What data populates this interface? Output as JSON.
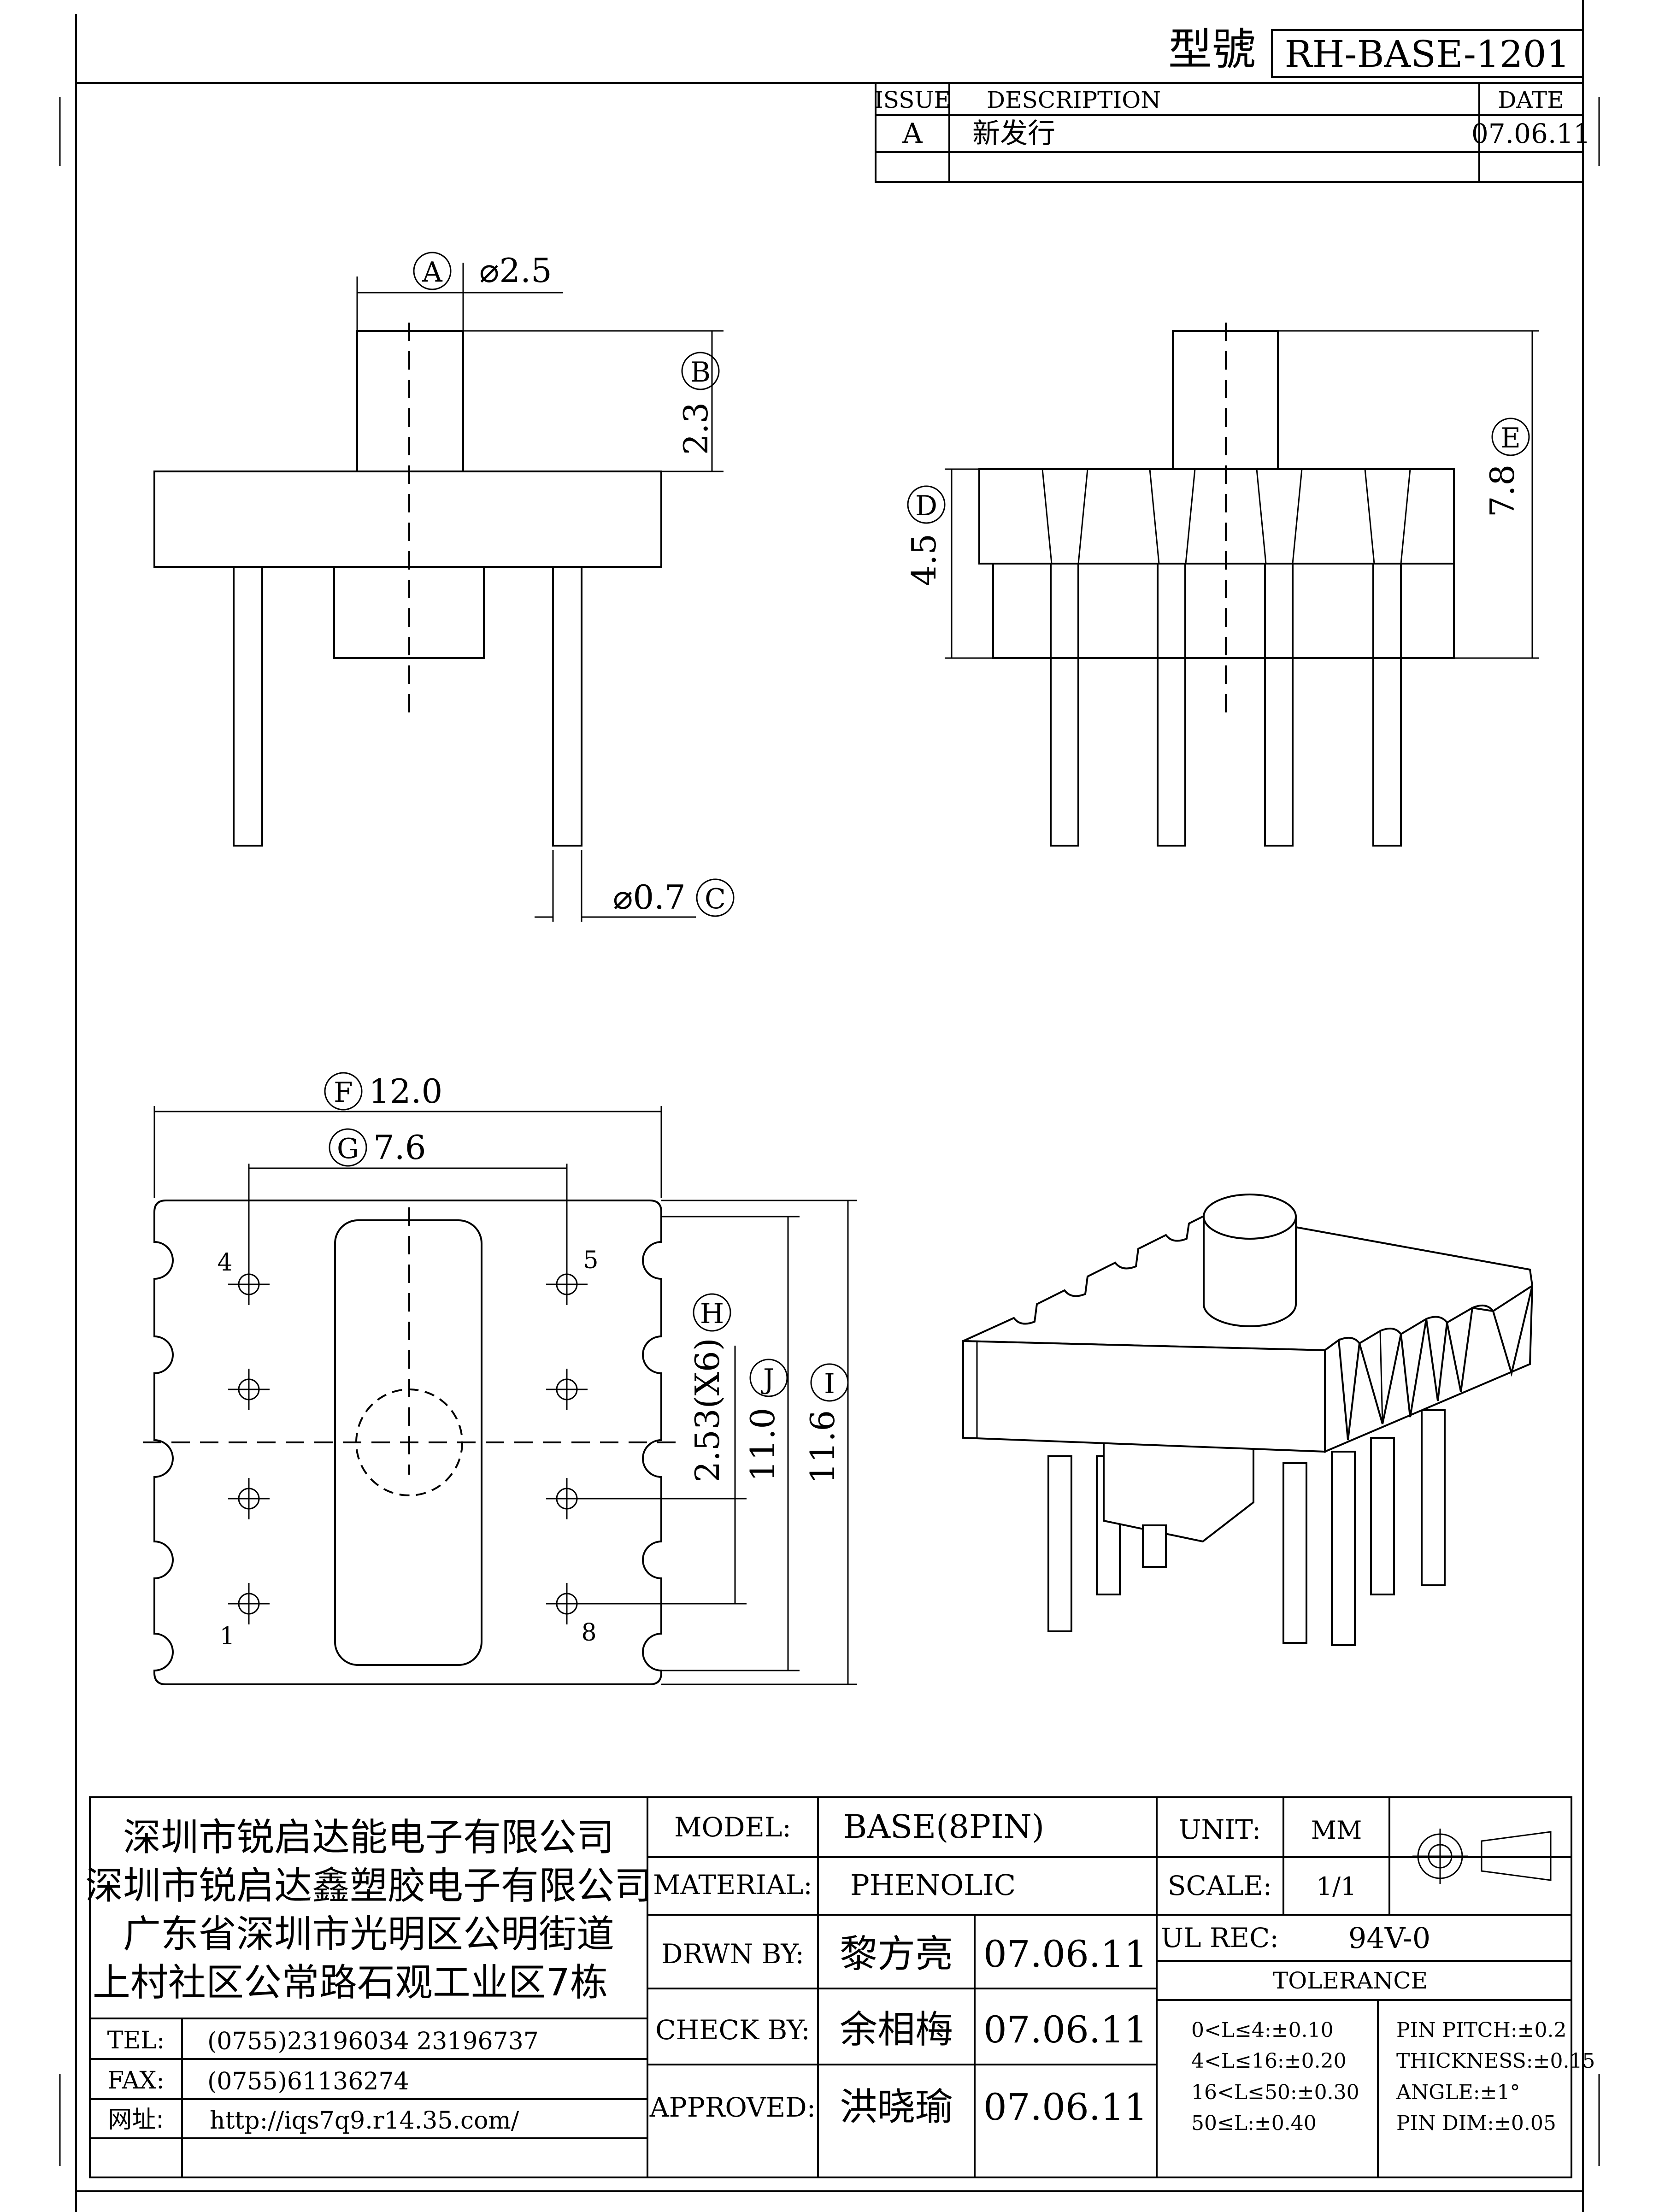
{
  "model_no": {
    "label": "型號",
    "value": "RH-BASE-1201"
  },
  "revision": {
    "headers": {
      "issue": "ISSUE",
      "description": "DESCRIPTION",
      "date": "DATE"
    },
    "rows": [
      {
        "issue": "A",
        "description": "新发行",
        "date": "07.06.11"
      }
    ]
  },
  "dimensions": {
    "A": {
      "tag": "A",
      "value": "⌀2.5"
    },
    "B": {
      "tag": "B",
      "value": "2.3"
    },
    "C": {
      "tag": "C",
      "value": "⌀0.7"
    },
    "D": {
      "tag": "D",
      "value": "4.5"
    },
    "E": {
      "tag": "E",
      "value": "7.8"
    },
    "F": {
      "tag": "F",
      "value": "12.0"
    },
    "G": {
      "tag": "G",
      "value": "7.6"
    },
    "H": {
      "tag": "H",
      "value": "2.53(X6)"
    },
    "J": {
      "tag": "J",
      "value": "11.0"
    },
    "I": {
      "tag": "I",
      "value": "11.6"
    }
  },
  "pin_numbers": {
    "p4": "4",
    "p5": "5",
    "p1": "1",
    "p8": "8"
  },
  "company": {
    "lines": [
      "深圳市锐启达能电子有限公司",
      "深圳市锐启达鑫塑胶电子有限公司",
      "广东省深圳市光明区公明街道",
      "上村社区公常路石观工业区7栋"
    ],
    "tel_label": "TEL:",
    "tel": "(0755)23196034  23196737",
    "fax_label": "FAX:",
    "fax": "(0755)61136274",
    "web_label": "网址:",
    "web": "http://iqs7q9.r14.35.com/"
  },
  "title_block": {
    "model_label": "MODEL:",
    "model": "BASE(8PIN)",
    "material_label": "MATERIAL:",
    "material": "PHENOLIC",
    "drawn_label": "DRWN BY:",
    "drawn_name": "黎方亮",
    "drawn_date": "07.06.11",
    "check_label": "CHECK BY:",
    "check_name": "余相梅",
    "check_date": "07.06.11",
    "approved_label": "APPROVED:",
    "approved_name": "洪晓瑜",
    "approved_date": "07.06.11",
    "unit_label": "UNIT:",
    "unit": "MM",
    "scale_label": "SCALE:",
    "scale": "1/1",
    "ul_label": "UL REC:",
    "ul": "94V-0",
    "tolerance_label": "TOLERANCE",
    "tol_left": [
      "0<L≤4:±0.10",
      "4<L≤16:±0.20",
      "16<L≤50:±0.30",
      "50≤L:±0.40"
    ],
    "tol_right": [
      "PIN PITCH:±0.2",
      "THICKNESS:±0.15",
      "ANGLE:±1°",
      "PIN DIM:±0.05"
    ]
  }
}
